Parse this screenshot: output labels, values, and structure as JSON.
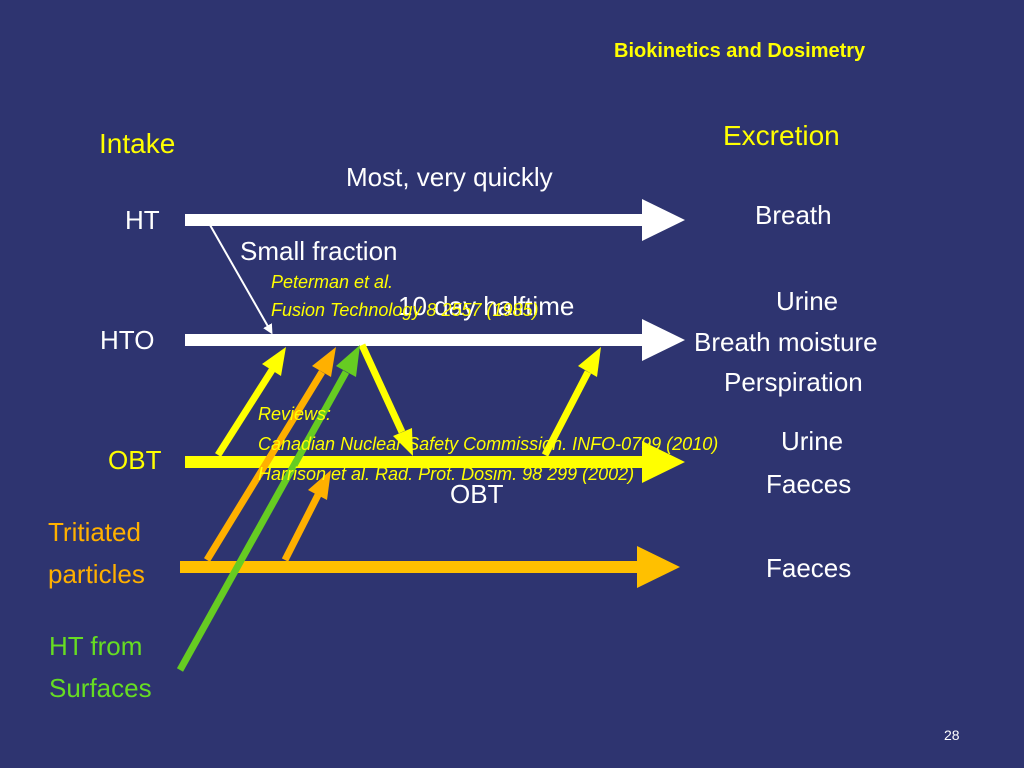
{
  "slide": {
    "title": "Biokinetics and Dosimetry",
    "page_number": "28"
  },
  "headers": {
    "intake": "Intake",
    "excretion": "Excretion"
  },
  "intake": {
    "ht": "HT",
    "hto": "HTO",
    "obt": "OBT",
    "tritiated_line1": "Tritiated",
    "tritiated_line2": "particles",
    "surfaces_line1": "HT from",
    "surfaces_line2": "Surfaces"
  },
  "excretion": {
    "breath": "Breath",
    "hto_line1": "Urine",
    "hto_line2": "Breath moisture",
    "hto_line3": "Perspiration",
    "obt_line1": "Urine",
    "obt_line2": "Faeces",
    "particles": "Faeces"
  },
  "flow_labels": {
    "most_quickly": "Most, very quickly",
    "small_fraction": "Small fraction",
    "halftime": "10 day halftime",
    "obt": "OBT"
  },
  "references": {
    "peterman_line1": "Peterman et al.",
    "peterman_line2": "Fusion Technology 8 2557 (1985)",
    "reviews": "Reviews:",
    "cnsc": "Canadian Nuclear Safety Commission. INFO-0799 (2010)",
    "harrison": "Harrison et al. Rad. Prot. Dosim. 98 299 (2002)"
  },
  "colors": {
    "background": "#2e3470",
    "white_arrow": "#ffffff",
    "yellow_arrow": "#ffff00",
    "orange_arrow": "#ffb000",
    "green_arrow": "#66cc22"
  }
}
